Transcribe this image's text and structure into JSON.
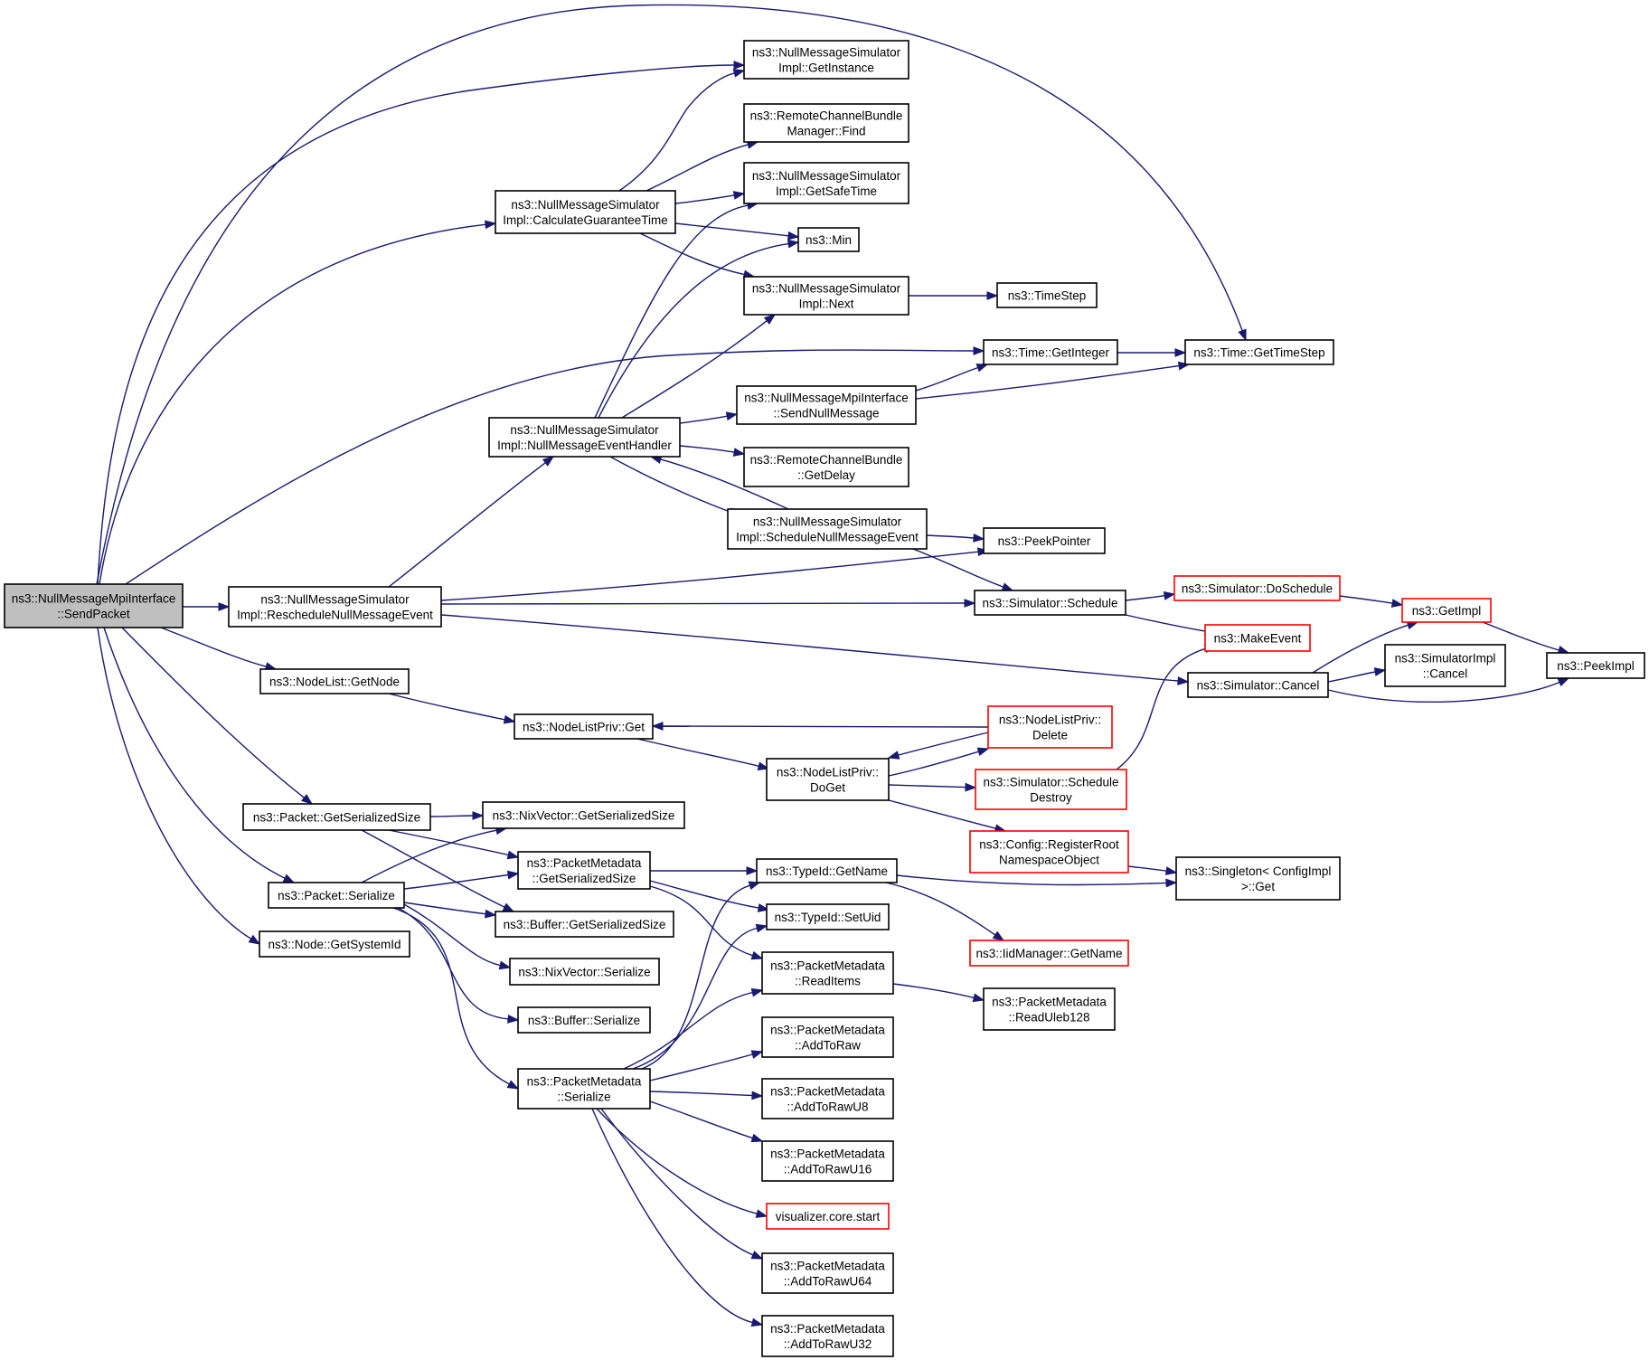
{
  "colors": {
    "edge": "#191970",
    "node_border": "#000000",
    "node_border_truncated": "#ff0000",
    "root_fill": "#bfbfbf",
    "node_fill": "#ffffff"
  },
  "nodes": [
    {
      "id": "root",
      "lines": [
        "ns3::NullMessageMpiInterface",
        "::SendPacket"
      ],
      "kind": "root"
    },
    {
      "id": "getinstance",
      "lines": [
        "ns3::NullMessageSimulator",
        "Impl::GetInstance"
      ],
      "kind": "normal"
    },
    {
      "id": "find",
      "lines": [
        "ns3::RemoteChannelBundle",
        "Manager::Find"
      ],
      "kind": "normal"
    },
    {
      "id": "getsafetime",
      "lines": [
        "ns3::NullMessageSimulator",
        "Impl::GetSafeTime"
      ],
      "kind": "normal"
    },
    {
      "id": "calcguarantee",
      "lines": [
        "ns3::NullMessageSimulator",
        "Impl::CalculateGuaranteeTime"
      ],
      "kind": "normal"
    },
    {
      "id": "min",
      "lines": [
        "ns3::Min"
      ],
      "kind": "normal"
    },
    {
      "id": "next",
      "lines": [
        "ns3::NullMessageSimulator",
        "Impl::Next"
      ],
      "kind": "normal"
    },
    {
      "id": "timestep",
      "lines": [
        "ns3::TimeStep"
      ],
      "kind": "normal"
    },
    {
      "id": "getinteger",
      "lines": [
        "ns3::Time::GetInteger"
      ],
      "kind": "normal"
    },
    {
      "id": "gettimestep",
      "lines": [
        "ns3::Time::GetTimeStep"
      ],
      "kind": "normal"
    },
    {
      "id": "sendnull",
      "lines": [
        "ns3::NullMessageMpiInterface",
        "::SendNullMessage"
      ],
      "kind": "normal"
    },
    {
      "id": "nullhandler",
      "lines": [
        "ns3::NullMessageSimulator",
        "Impl::NullMessageEventHandler"
      ],
      "kind": "normal"
    },
    {
      "id": "getdelay",
      "lines": [
        "ns3::RemoteChannelBundle",
        "::GetDelay"
      ],
      "kind": "normal"
    },
    {
      "id": "schedulenull",
      "lines": [
        "ns3::NullMessageSimulator",
        "Impl::ScheduleNullMessageEvent"
      ],
      "kind": "normal"
    },
    {
      "id": "peekpointer",
      "lines": [
        "ns3::PeekPointer"
      ],
      "kind": "normal"
    },
    {
      "id": "reschedule",
      "lines": [
        "ns3::NullMessageSimulator",
        "Impl::RescheduleNullMessageEvent"
      ],
      "kind": "normal"
    },
    {
      "id": "schedule",
      "lines": [
        "ns3::Simulator::Schedule"
      ],
      "kind": "normal"
    },
    {
      "id": "doschedule",
      "lines": [
        "ns3::Simulator::DoSchedule"
      ],
      "kind": "truncated"
    },
    {
      "id": "getimpl",
      "lines": [
        "ns3::GetImpl"
      ],
      "kind": "truncated"
    },
    {
      "id": "makeevent",
      "lines": [
        "ns3::MakeEvent"
      ],
      "kind": "truncated"
    },
    {
      "id": "simimplcancel",
      "lines": [
        "ns3::SimulatorImpl",
        "::Cancel"
      ],
      "kind": "normal"
    },
    {
      "id": "peekimpl",
      "lines": [
        "ns3::PeekImpl"
      ],
      "kind": "normal"
    },
    {
      "id": "simcancel",
      "lines": [
        "ns3::Simulator::Cancel"
      ],
      "kind": "normal"
    },
    {
      "id": "getnode",
      "lines": [
        "ns3::NodeList::GetNode"
      ],
      "kind": "normal"
    },
    {
      "id": "nlpget",
      "lines": [
        "ns3::NodeListPriv::Get"
      ],
      "kind": "normal"
    },
    {
      "id": "nlpdelete",
      "lines": [
        "ns3::NodeListPriv::",
        "Delete"
      ],
      "kind": "truncated"
    },
    {
      "id": "nlpdoget",
      "lines": [
        "ns3::NodeListPriv::",
        "DoGet"
      ],
      "kind": "normal"
    },
    {
      "id": "scheddestroy",
      "lines": [
        "ns3::Simulator::Schedule",
        "Destroy"
      ],
      "kind": "truncated"
    },
    {
      "id": "pktgetsersize",
      "lines": [
        "ns3::Packet::GetSerializedSize"
      ],
      "kind": "normal"
    },
    {
      "id": "nixgetsersize",
      "lines": [
        "ns3::NixVector::GetSerializedSize"
      ],
      "kind": "normal"
    },
    {
      "id": "registerroot",
      "lines": [
        "ns3::Config::RegisterRoot",
        "NamespaceObject"
      ],
      "kind": "truncated"
    },
    {
      "id": "pmgetsersize",
      "lines": [
        "ns3::PacketMetadata",
        "::GetSerializedSize"
      ],
      "kind": "normal"
    },
    {
      "id": "typeidgetname",
      "lines": [
        "ns3::TypeId::GetName"
      ],
      "kind": "normal"
    },
    {
      "id": "singletonget",
      "lines": [
        "ns3::Singleton< ConfigImpl",
        ">::Get"
      ],
      "kind": "normal"
    },
    {
      "id": "pktserialize",
      "lines": [
        "ns3::Packet::Serialize"
      ],
      "kind": "normal"
    },
    {
      "id": "bufgetsersize",
      "lines": [
        "ns3::Buffer::GetSerializedSize"
      ],
      "kind": "normal"
    },
    {
      "id": "setuid",
      "lines": [
        "ns3::TypeId::SetUid"
      ],
      "kind": "normal"
    },
    {
      "id": "getsystemid",
      "lines": [
        "ns3::Node::GetSystemId"
      ],
      "kind": "normal"
    },
    {
      "id": "iidgetname",
      "lines": [
        "ns3::IidManager::GetName"
      ],
      "kind": "truncated"
    },
    {
      "id": "nixserialize",
      "lines": [
        "ns3::NixVector::Serialize"
      ],
      "kind": "normal"
    },
    {
      "id": "readitems",
      "lines": [
        "ns3::PacketMetadata",
        "::ReadItems"
      ],
      "kind": "normal"
    },
    {
      "id": "readuleb",
      "lines": [
        "ns3::PacketMetadata",
        "::ReadUleb128"
      ],
      "kind": "normal"
    },
    {
      "id": "bufserialize",
      "lines": [
        "ns3::Buffer::Serialize"
      ],
      "kind": "normal"
    },
    {
      "id": "addtoraw",
      "lines": [
        "ns3::PacketMetadata",
        "::AddToRaw"
      ],
      "kind": "normal"
    },
    {
      "id": "pmserialize",
      "lines": [
        "ns3::PacketMetadata",
        "::Serialize"
      ],
      "kind": "normal"
    },
    {
      "id": "addtoraw8",
      "lines": [
        "ns3::PacketMetadata",
        "::AddToRawU8"
      ],
      "kind": "normal"
    },
    {
      "id": "addtoraw16",
      "lines": [
        "ns3::PacketMetadata",
        "::AddToRawU16"
      ],
      "kind": "normal"
    },
    {
      "id": "vizstart",
      "lines": [
        "visualizer.core.start"
      ],
      "kind": "truncated"
    },
    {
      "id": "addtoraw64",
      "lines": [
        "ns3::PacketMetadata",
        "::AddToRawU64"
      ],
      "kind": "normal"
    },
    {
      "id": "addtoraw32",
      "lines": [
        "ns3::PacketMetadata",
        "::AddToRawU32"
      ],
      "kind": "normal"
    }
  ],
  "edges": [
    {
      "from": "root",
      "to": "gettimestep"
    },
    {
      "from": "root",
      "to": "getinstance"
    },
    {
      "from": "root",
      "to": "calcguarantee"
    },
    {
      "from": "root",
      "to": "getinteger"
    },
    {
      "from": "root",
      "to": "reschedule"
    },
    {
      "from": "root",
      "to": "getnode"
    },
    {
      "from": "root",
      "to": "pktgetsersize"
    },
    {
      "from": "root",
      "to": "pktserialize"
    },
    {
      "from": "root",
      "to": "getsystemid"
    },
    {
      "from": "calcguarantee",
      "to": "getinstance"
    },
    {
      "from": "calcguarantee",
      "to": "find"
    },
    {
      "from": "calcguarantee",
      "to": "getsafetime"
    },
    {
      "from": "calcguarantee",
      "to": "min"
    },
    {
      "from": "calcguarantee",
      "to": "next"
    },
    {
      "from": "next",
      "to": "timestep"
    },
    {
      "from": "getinteger",
      "to": "gettimestep"
    },
    {
      "from": "sendnull",
      "to": "getinteger"
    },
    {
      "from": "sendnull",
      "to": "gettimestep"
    },
    {
      "from": "nullhandler",
      "to": "getsafetime"
    },
    {
      "from": "nullhandler",
      "to": "min"
    },
    {
      "from": "nullhandler",
      "to": "next"
    },
    {
      "from": "nullhandler",
      "to": "sendnull"
    },
    {
      "from": "nullhandler",
      "to": "getdelay"
    },
    {
      "from": "nullhandler",
      "to": "schedulenull"
    },
    {
      "from": "schedulenull",
      "to": "nullhandler"
    },
    {
      "from": "schedulenull",
      "to": "peekpointer"
    },
    {
      "from": "schedulenull",
      "to": "schedule"
    },
    {
      "from": "reschedule",
      "to": "nullhandler"
    },
    {
      "from": "reschedule",
      "to": "peekpointer"
    },
    {
      "from": "reschedule",
      "to": "schedule"
    },
    {
      "from": "reschedule",
      "to": "simcancel"
    },
    {
      "from": "schedule",
      "to": "doschedule"
    },
    {
      "from": "schedule",
      "to": "makeevent"
    },
    {
      "from": "doschedule",
      "to": "getimpl"
    },
    {
      "from": "getimpl",
      "to": "peekimpl"
    },
    {
      "from": "simcancel",
      "to": "getimpl"
    },
    {
      "from": "simcancel",
      "to": "simimplcancel"
    },
    {
      "from": "simcancel",
      "to": "peekimpl"
    },
    {
      "from": "getnode",
      "to": "nlpget"
    },
    {
      "from": "nlpget",
      "to": "nlpdoget"
    },
    {
      "from": "nlpdelete",
      "to": "nlpget"
    },
    {
      "from": "nlpdelete",
      "to": "nlpdoget"
    },
    {
      "from": "nlpdoget",
      "to": "nlpdelete"
    },
    {
      "from": "nlpdoget",
      "to": "scheddestroy"
    },
    {
      "from": "nlpdoget",
      "to": "registerroot"
    },
    {
      "from": "scheddestroy",
      "to": "makeevent"
    },
    {
      "from": "registerroot",
      "to": "singletonget"
    },
    {
      "from": "pktgetsersize",
      "to": "nixgetsersize"
    },
    {
      "from": "pktgetsersize",
      "to": "pmgetsersize"
    },
    {
      "from": "pktgetsersize",
      "to": "bufgetsersize"
    },
    {
      "from": "pktserialize",
      "to": "nixgetsersize"
    },
    {
      "from": "pktserialize",
      "to": "pmgetsersize"
    },
    {
      "from": "pktserialize",
      "to": "bufgetsersize"
    },
    {
      "from": "pktserialize",
      "to": "nixserialize"
    },
    {
      "from": "pktserialize",
      "to": "bufserialize"
    },
    {
      "from": "pktserialize",
      "to": "pmserialize"
    },
    {
      "from": "pmgetsersize",
      "to": "typeidgetname"
    },
    {
      "from": "pmgetsersize",
      "to": "setuid"
    },
    {
      "from": "pmgetsersize",
      "to": "readitems"
    },
    {
      "from": "typeidgetname",
      "to": "singletonget"
    },
    {
      "from": "typeidgetname",
      "to": "iidgetname"
    },
    {
      "from": "readitems",
      "to": "readuleb"
    },
    {
      "from": "pmserialize",
      "to": "typeidgetname"
    },
    {
      "from": "pmserialize",
      "to": "setuid"
    },
    {
      "from": "pmserialize",
      "to": "readitems"
    },
    {
      "from": "pmserialize",
      "to": "addtoraw"
    },
    {
      "from": "pmserialize",
      "to": "addtoraw8"
    },
    {
      "from": "pmserialize",
      "to": "addtoraw16"
    },
    {
      "from": "pmserialize",
      "to": "vizstart"
    },
    {
      "from": "pmserialize",
      "to": "addtoraw64"
    },
    {
      "from": "pmserialize",
      "to": "addtoraw32"
    }
  ]
}
